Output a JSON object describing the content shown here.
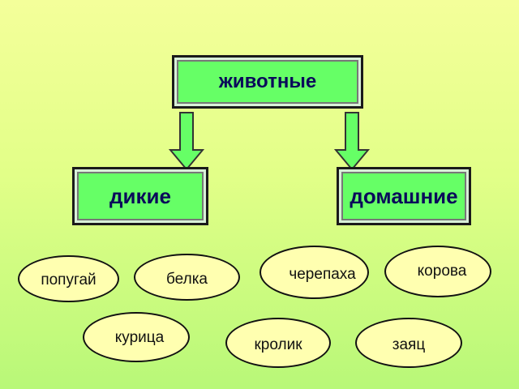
{
  "diagram": {
    "root": {
      "label": "животные"
    },
    "categories": [
      {
        "label": "дикие"
      },
      {
        "label": "домашние"
      }
    ],
    "items": [
      {
        "label": "попугай"
      },
      {
        "label": "белка"
      },
      {
        "label": "черепаха"
      },
      {
        "label": "корова"
      },
      {
        "label": "курица"
      },
      {
        "label": "кролик"
      },
      {
        "label": "заяц"
      }
    ]
  },
  "colors": {
    "box_fill": "#66ff66",
    "oval_fill": "#ffffb0",
    "text": "#0a0a5a"
  }
}
